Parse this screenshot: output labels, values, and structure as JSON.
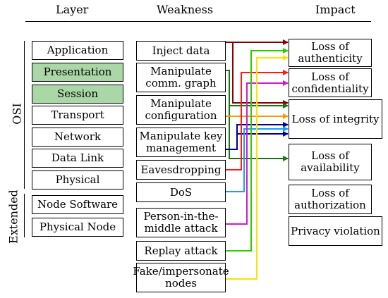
{
  "headers": {
    "layer": "Layer",
    "weakness": "Weakness",
    "impact": "Impact"
  },
  "groups": {
    "osi": "OSI",
    "extended": "Extended"
  },
  "layers": [
    {
      "label": "Application",
      "highlight": false
    },
    {
      "label": "Presentation",
      "highlight": true
    },
    {
      "label": "Session",
      "highlight": true
    },
    {
      "label": "Transport",
      "highlight": false
    },
    {
      "label": "Network",
      "highlight": false
    },
    {
      "label": "Data Link",
      "highlight": false
    },
    {
      "label": "Physical",
      "highlight": false
    },
    {
      "label": "Node Software",
      "highlight": false
    },
    {
      "label": "Physical Node",
      "highlight": false
    }
  ],
  "weaknesses": [
    {
      "label": "Inject data"
    },
    {
      "label": "Manipulate comm. graph"
    },
    {
      "label": "Manipulate configuration"
    },
    {
      "label": "Manipulate key management"
    },
    {
      "label": "Eavesdropping"
    },
    {
      "label": "DoS"
    },
    {
      "label": "Person-in-the-middle attack"
    },
    {
      "label": "Replay attack"
    },
    {
      "label": "Fake/impersonate nodes"
    }
  ],
  "impacts": [
    {
      "label": "Loss of authenticity"
    },
    {
      "label": "Loss of confidentiality"
    },
    {
      "label": "Loss of integrity"
    },
    {
      "label": "Loss of availability"
    },
    {
      "label": "Loss of authorization"
    },
    {
      "label": "Privacy violation"
    }
  ],
  "colors": {
    "darkred": "#8b0000",
    "red": "#ff1a1a",
    "green": "#2ecc00",
    "darkgreen": "#147a14",
    "navy": "#00008b",
    "blue": "#1a9cff",
    "magenta": "#d21ad2",
    "yellow": "#ffe000",
    "orange": "#ff9900"
  }
}
